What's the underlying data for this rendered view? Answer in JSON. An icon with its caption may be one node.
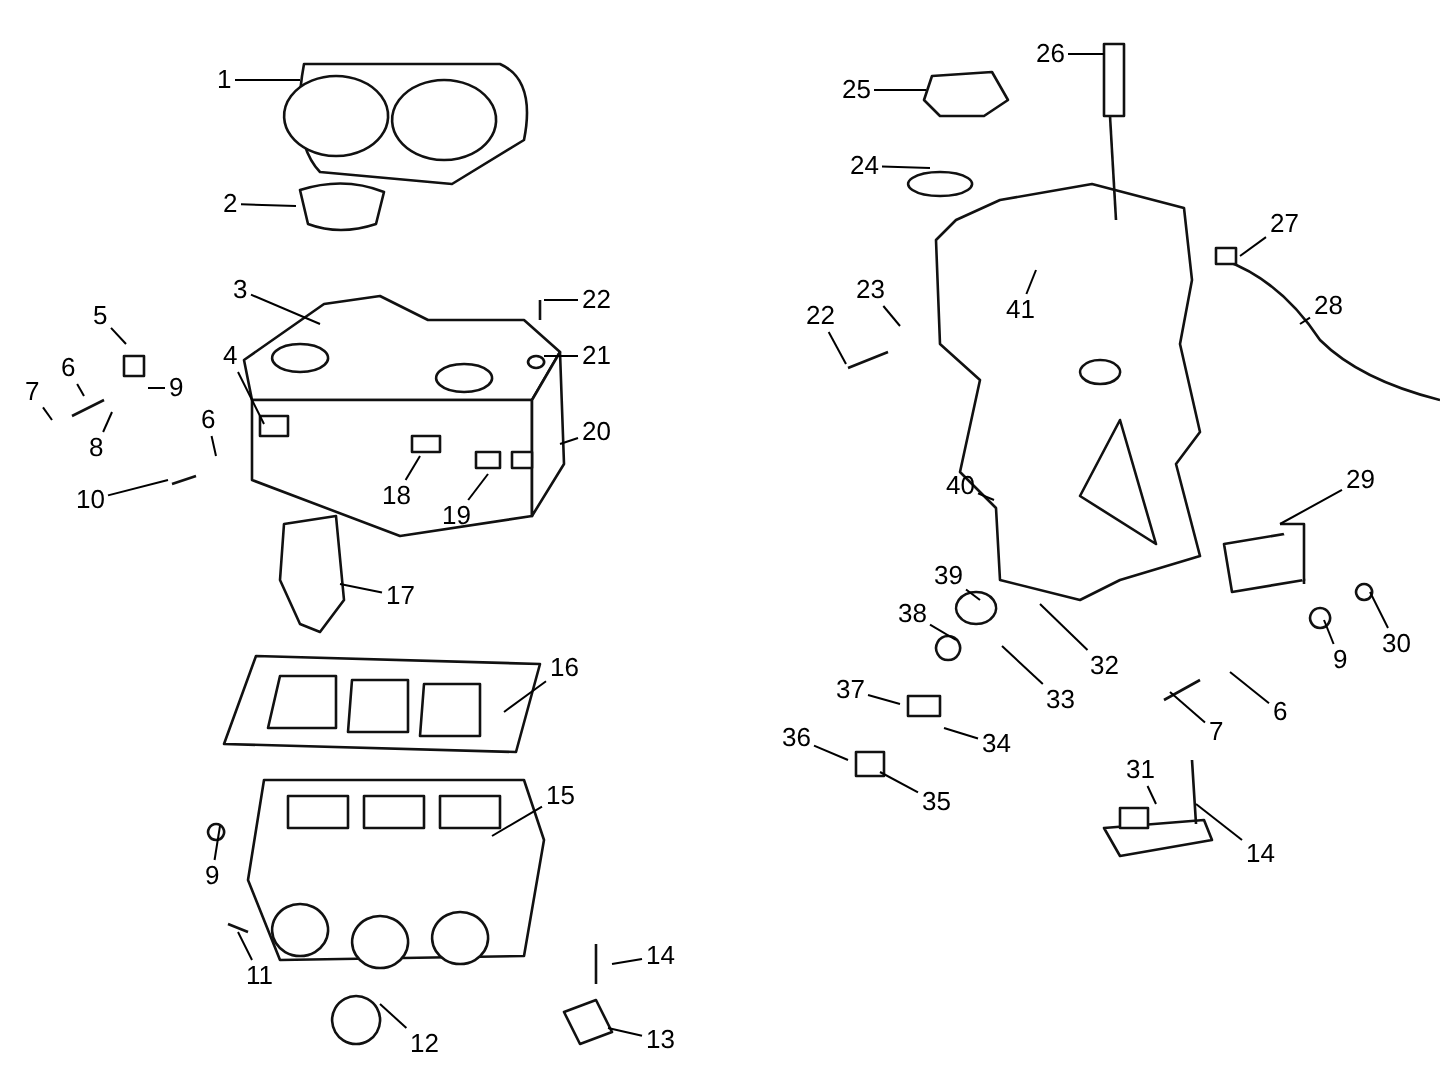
{
  "diagram": {
    "nodes": [
      {
        "text": [
          "1"
        ]
      },
      {
        "text": [
          "2"
        ]
      },
      {
        "text": [
          "3"
        ]
      },
      {
        "text": [
          "4"
        ]
      },
      {
        "text": [
          "5"
        ]
      },
      {
        "text": [
          "7"
        ]
      },
      {
        "text": [
          "6"
        ]
      },
      {
        "text": [
          "8"
        ]
      },
      {
        "text": [
          "9"
        ]
      },
      {
        "text": [
          "6"
        ]
      },
      {
        "text": [
          "10"
        ]
      },
      {
        "text": [
          "22"
        ]
      },
      {
        "text": [
          "21"
        ]
      },
      {
        "text": [
          "20"
        ]
      },
      {
        "text": [
          "19"
        ]
      },
      {
        "text": [
          "18"
        ]
      },
      {
        "text": [
          "17"
        ]
      },
      {
        "text": [
          "16"
        ]
      },
      {
        "text": [
          "15"
        ]
      },
      {
        "text": [
          "9"
        ]
      },
      {
        "text": [
          "11"
        ]
      },
      {
        "text": [
          "12"
        ]
      },
      {
        "text": [
          "14"
        ]
      },
      {
        "text": [
          "13"
        ]
      },
      {
        "text": [
          "25"
        ]
      },
      {
        "text": [
          "26"
        ]
      },
      {
        "text": [
          "24"
        ]
      },
      {
        "text": [
          "27"
        ]
      },
      {
        "text": [
          "28"
        ]
      },
      {
        "text": [
          "22"
        ]
      },
      {
        "text": [
          "23"
        ]
      },
      {
        "text": [
          "41"
        ]
      },
      {
        "text": [
          "40"
        ]
      },
      {
        "text": [
          "29"
        ]
      },
      {
        "text": [
          "9"
        ]
      },
      {
        "text": [
          "30"
        ]
      },
      {
        "text": [
          "6"
        ]
      },
      {
        "text": [
          "7"
        ]
      },
      {
        "text": [
          "14"
        ]
      },
      {
        "text": [
          "31"
        ]
      },
      {
        "text": [
          "39"
        ]
      },
      {
        "text": [
          "38"
        ]
      },
      {
        "text": [
          "32"
        ]
      },
      {
        "text": [
          "33"
        ]
      },
      {
        "text": [
          "37"
        ]
      },
      {
        "text": [
          "34"
        ]
      },
      {
        "text": [
          "36"
        ]
      },
      {
        "text": [
          "35"
        ]
      }
    ],
    "edges": [
      {
        "from": 0,
        "to": null,
        "arrow": "none"
      },
      {
        "from": 1,
        "to": null,
        "arrow": "none"
      },
      {
        "from": 2,
        "to": null,
        "arrow": "none"
      },
      {
        "from": 3,
        "to": null,
        "arrow": "none"
      },
      {
        "from": 4,
        "to": null,
        "arrow": "none"
      },
      {
        "from": 5,
        "to": null,
        "arrow": "none"
      },
      {
        "from": 6,
        "to": null,
        "arrow": "none"
      },
      {
        "from": 7,
        "to": null,
        "arrow": "none"
      },
      {
        "from": 8,
        "to": null,
        "arrow": "none"
      },
      {
        "from": 9,
        "to": null,
        "arrow": "none"
      },
      {
        "from": 10,
        "to": null,
        "arrow": "none"
      },
      {
        "from": 11,
        "to": null,
        "arrow": "none"
      },
      {
        "from": 12,
        "to": null,
        "arrow": "none"
      },
      {
        "from": 13,
        "to": null,
        "arrow": "none"
      },
      {
        "from": 14,
        "to": null,
        "arrow": "none"
      },
      {
        "from": 15,
        "to": null,
        "arrow": "none"
      },
      {
        "from": 16,
        "to": null,
        "arrow": "none"
      },
      {
        "from": 17,
        "to": null,
        "arrow": "none"
      },
      {
        "from": 18,
        "to": null,
        "arrow": "none"
      },
      {
        "from": 19,
        "to": null,
        "arrow": "none"
      },
      {
        "from": 20,
        "to": null,
        "arrow": "none"
      },
      {
        "from": 21,
        "to": null,
        "arrow": "none"
      },
      {
        "from": 22,
        "to": null,
        "arrow": "none"
      },
      {
        "from": 23,
        "to": null,
        "arrow": "none"
      },
      {
        "from": 24,
        "to": null,
        "arrow": "none"
      },
      {
        "from": 25,
        "to": null,
        "arrow": "none"
      },
      {
        "from": 26,
        "to": null,
        "arrow": "none"
      },
      {
        "from": 27,
        "to": null,
        "arrow": "none"
      },
      {
        "from": 28,
        "to": null,
        "arrow": "none"
      },
      {
        "from": 29,
        "to": null,
        "arrow": "none"
      },
      {
        "from": 30,
        "to": null,
        "arrow": "none"
      },
      {
        "from": 31,
        "to": null,
        "arrow": "none"
      },
      {
        "from": 32,
        "to": null,
        "arrow": "none"
      },
      {
        "from": 33,
        "to": null,
        "arrow": "none"
      },
      {
        "from": 34,
        "to": null,
        "arrow": "none"
      },
      {
        "from": 35,
        "to": null,
        "arrow": "none"
      },
      {
        "from": 36,
        "to": null,
        "arrow": "none"
      },
      {
        "from": 37,
        "to": null,
        "arrow": "none"
      },
      {
        "from": 38,
        "to": null,
        "arrow": "none"
      },
      {
        "from": 39,
        "to": null,
        "arrow": "none"
      },
      {
        "from": 40,
        "to": null,
        "arrow": "none"
      },
      {
        "from": 41,
        "to": null,
        "arrow": "none"
      },
      {
        "from": 42,
        "to": null,
        "arrow": "none"
      },
      {
        "from": 43,
        "to": null,
        "arrow": "none"
      },
      {
        "from": 44,
        "to": null,
        "arrow": "none"
      },
      {
        "from": 45,
        "to": null,
        "arrow": "none"
      },
      {
        "from": 46,
        "to": null,
        "arrow": "none"
      },
      {
        "from": 47,
        "to": null,
        "arrow": "none"
      }
    ]
  }
}
